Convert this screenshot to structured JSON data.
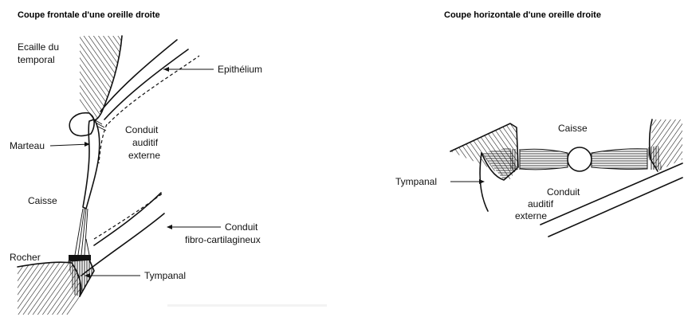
{
  "titles": {
    "left": "Coupe frontale d'une oreille droite",
    "right": "Coupe horizontale d'une oreille droite"
  },
  "labels_left": {
    "ecaille_line1": "Ecaille du",
    "ecaille_line2": "temporal",
    "epithelium": "Epithélium",
    "conduit_line1": "Conduit",
    "conduit_line2": "auditif",
    "conduit_line3": "externe",
    "marteau": "Marteau",
    "caisse": "Caisse",
    "fibro_line1": "Conduit",
    "fibro_line2": "fibro-cartilagineux",
    "rocher": "Rocher",
    "tympanal": "Tympanal"
  },
  "labels_right": {
    "caisse": "Caisse",
    "tympanal": "Tympanal",
    "conduit_line1": "Conduit",
    "conduit_line2": "auditif",
    "conduit_line3": "externe"
  },
  "colors": {
    "ink": "#111111",
    "background": "#ffffff"
  }
}
